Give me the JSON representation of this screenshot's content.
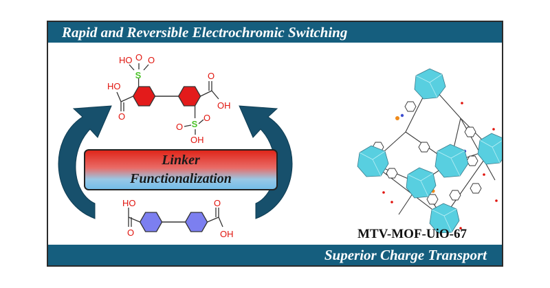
{
  "header": {
    "title": "Rapid and Reversible Electrochromic Switching"
  },
  "footer": {
    "title": "Superior Charge Transport"
  },
  "center_box": {
    "line1": "Linker",
    "line2": "Functionalization"
  },
  "mof": {
    "name": "MTV-MOF-UiO-67"
  },
  "top_molecule": {
    "sulfo_top_hydroxyl": "HO",
    "sulfo_top_oxo_a": "O",
    "sulfo_top_oxo_b": "O",
    "carboxyl_left_hydroxyl": "HO",
    "carboxyl_left_oxo": "O",
    "carboxyl_right_oxo": "O",
    "carboxyl_right_hydroxyl": "OH",
    "sulfo_bottom_oxo_a": "O",
    "sulfo_bottom_oxo_b": "O",
    "sulfo_bottom_hydroxyl": "OH",
    "sulfur": "S"
  },
  "bottom_molecule": {
    "carboxyl_left_hydroxyl": "HO",
    "carboxyl_left_oxo": "O",
    "carboxyl_right_oxo": "O",
    "carboxyl_right_hydroxyl": "OH"
  },
  "colors": {
    "banner": "#155e7e",
    "ring_red": "#e31b1b",
    "ring_blue": "#7c7ff0",
    "arrow": "#17506c",
    "sulfur_green": "#4cc32a",
    "oxygen_red": "#e0130c",
    "cluster_cyan": "#58cfe0"
  }
}
